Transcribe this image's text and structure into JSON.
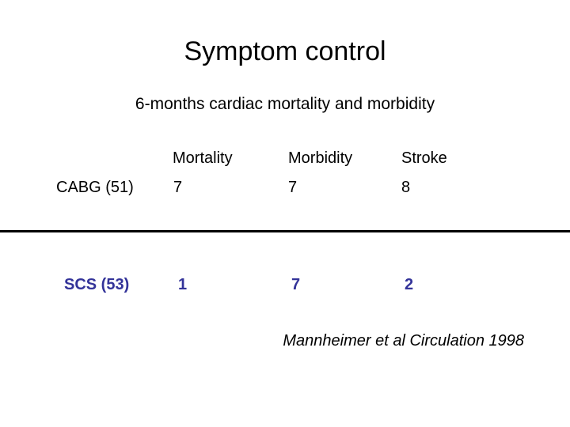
{
  "slide": {
    "title": "Symptom control",
    "subtitle": "6-months cardiac mortality and morbidity",
    "citation": "Mannheimer et al Circulation 1998",
    "colors": {
      "background": "#ffffff",
      "text": "#000000",
      "highlight_row": "#333399",
      "rule": "#000000"
    }
  },
  "table": {
    "columns": [
      {
        "key": "label",
        "header": ""
      },
      {
        "key": "mortality",
        "header": "Mortality"
      },
      {
        "key": "morbidity",
        "header": "Morbidity"
      },
      {
        "key": "stroke",
        "header": "Stroke"
      }
    ],
    "rows": [
      {
        "label": "CABG (51)",
        "mortality": "7",
        "morbidity": "7",
        "stroke": "8",
        "style": "normal"
      },
      {
        "label": "SCS (53)",
        "mortality": "1",
        "morbidity": "7",
        "stroke": "2",
        "style": "highlight"
      }
    ]
  }
}
